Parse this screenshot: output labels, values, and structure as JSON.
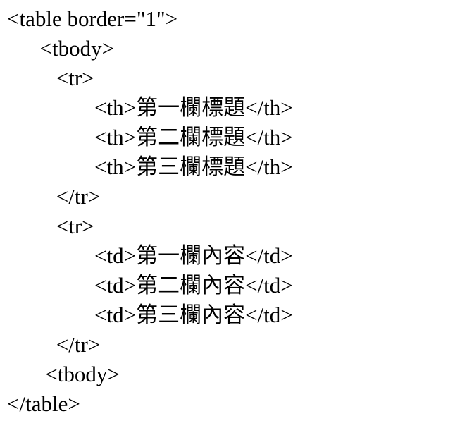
{
  "page": {
    "background_color": "#ffffff",
    "text_color": "#000000",
    "content_kind": "html-source-listing"
  },
  "code": {
    "language": "html",
    "lines": [
      {
        "text": "<table border=\"1\">"
      },
      {
        "text": "      <tbody>"
      },
      {
        "text": "         <tr>"
      },
      {
        "text": "                <th>第一欄標題</th>"
      },
      {
        "text": "                <th>第二欄標題</th>"
      },
      {
        "text": "                <th>第三欄標題</th>"
      },
      {
        "text": "         </tr>"
      },
      {
        "text": "         <tr>"
      },
      {
        "text": "                <td>第一欄內容</td>"
      },
      {
        "text": "                <td>第二欄內容</td>"
      },
      {
        "text": "                <td>第三欄內容</td>"
      },
      {
        "text": "         </tr>"
      },
      {
        "text": "       <tbody>"
      },
      {
        "text": "</table>"
      }
    ]
  }
}
